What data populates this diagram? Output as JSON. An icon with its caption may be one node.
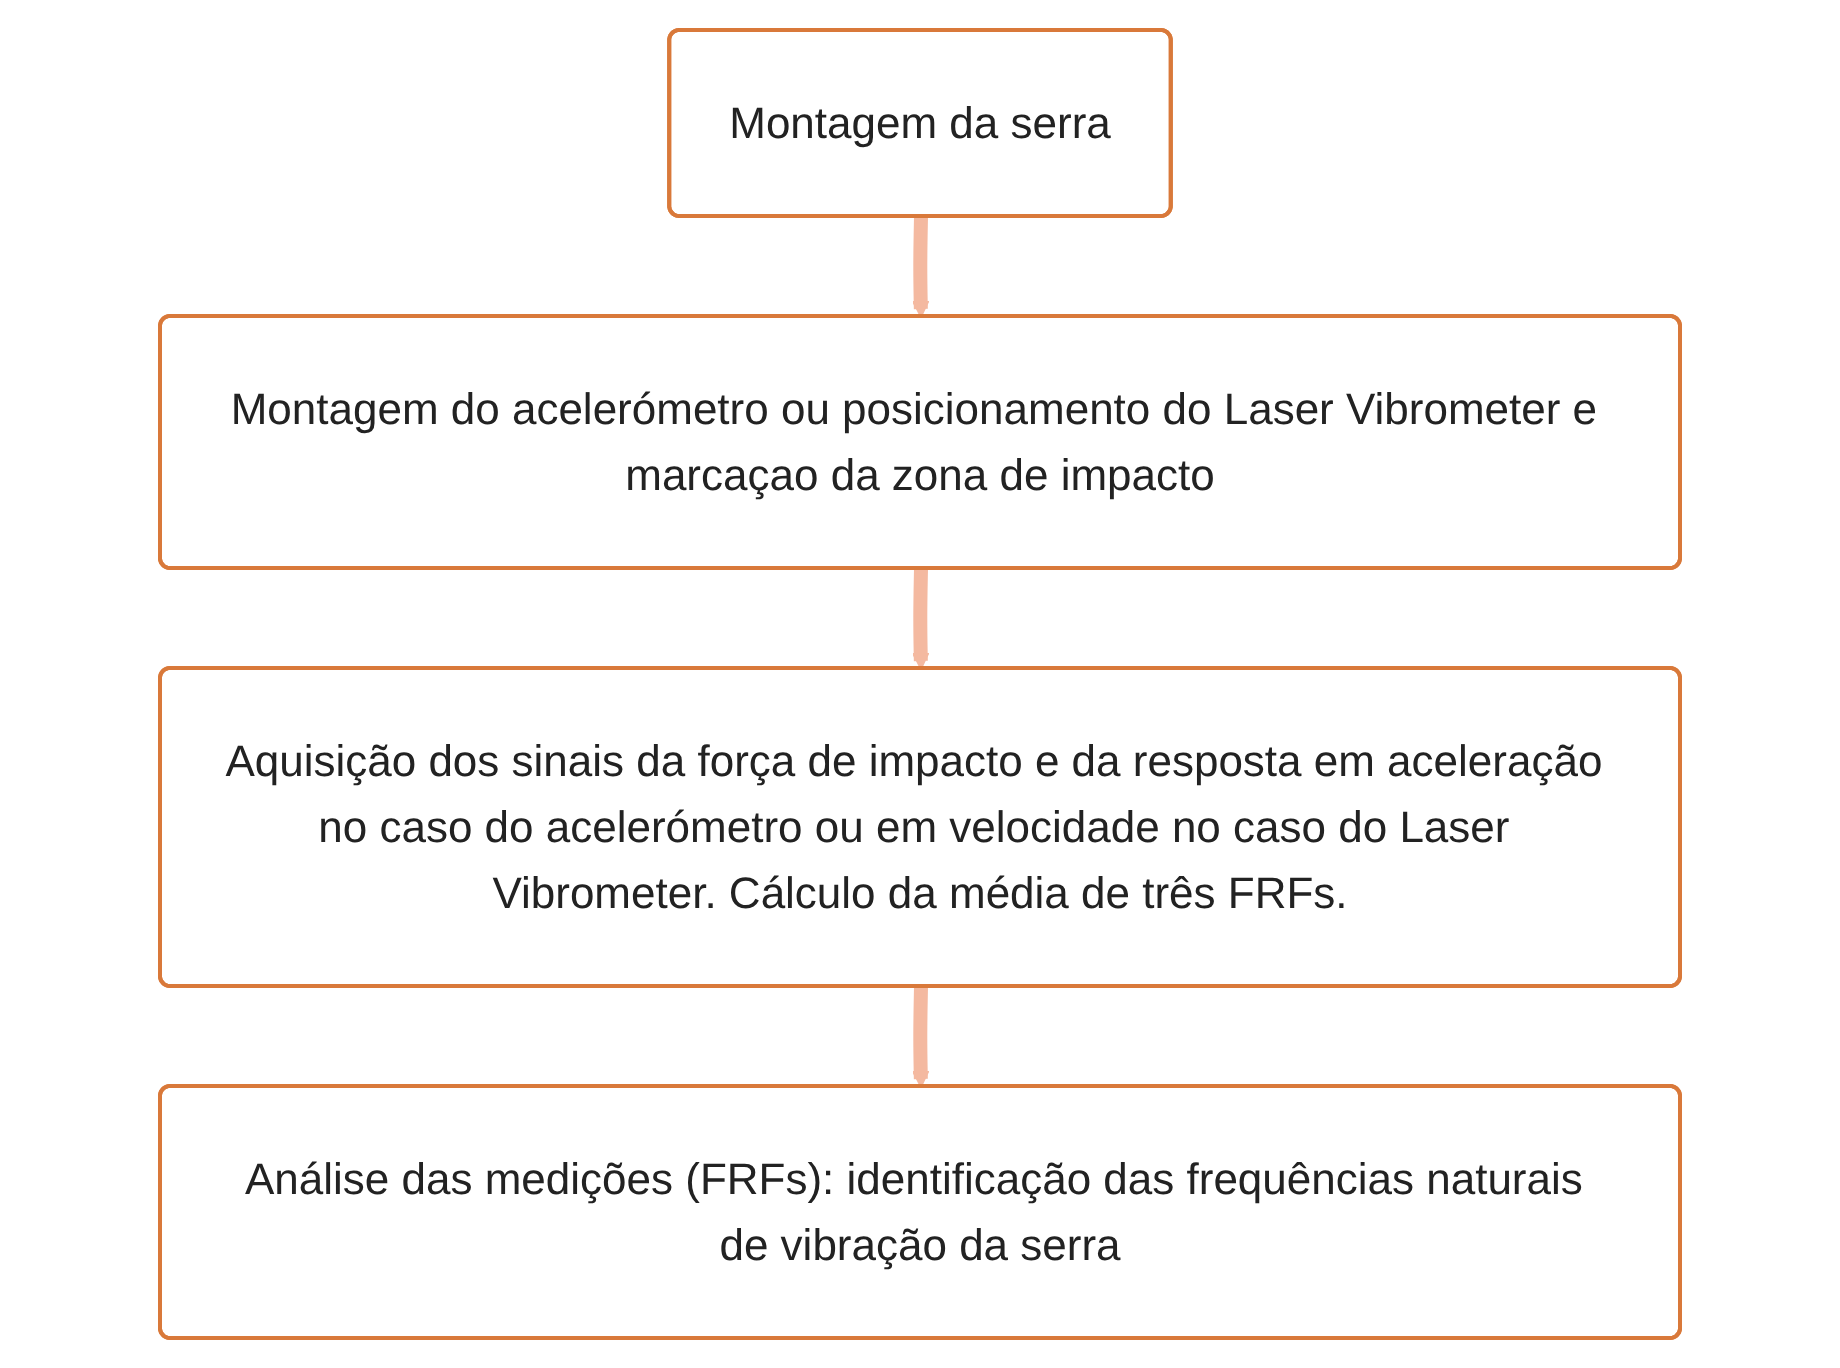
{
  "diagram": {
    "nodes": [
      {
        "text": [
          "Montagem da serra"
        ]
      },
      {
        "text": [
          "Montagem do acelerómetro ou posicionamento do Laser Vibrometer e marcaçao da zona de impacto"
        ]
      },
      {
        "text": [
          "Aquisição dos sinais da força de impacto e da resposta em aceleração no caso do acelerómetro ou em velocidade no caso do Laser Vibrometer. Cálculo da média de três FRFs."
        ]
      },
      {
        "text": [
          "Análise das medições (FRFs): identificação das frequências naturais de vibração da serra"
        ]
      }
    ],
    "edges": [
      {
        "from": 0,
        "to": 1,
        "arrow": "to"
      },
      {
        "from": 1,
        "to": 2,
        "arrow": "to"
      },
      {
        "from": 2,
        "to": 3,
        "arrow": "to"
      }
    ]
  }
}
